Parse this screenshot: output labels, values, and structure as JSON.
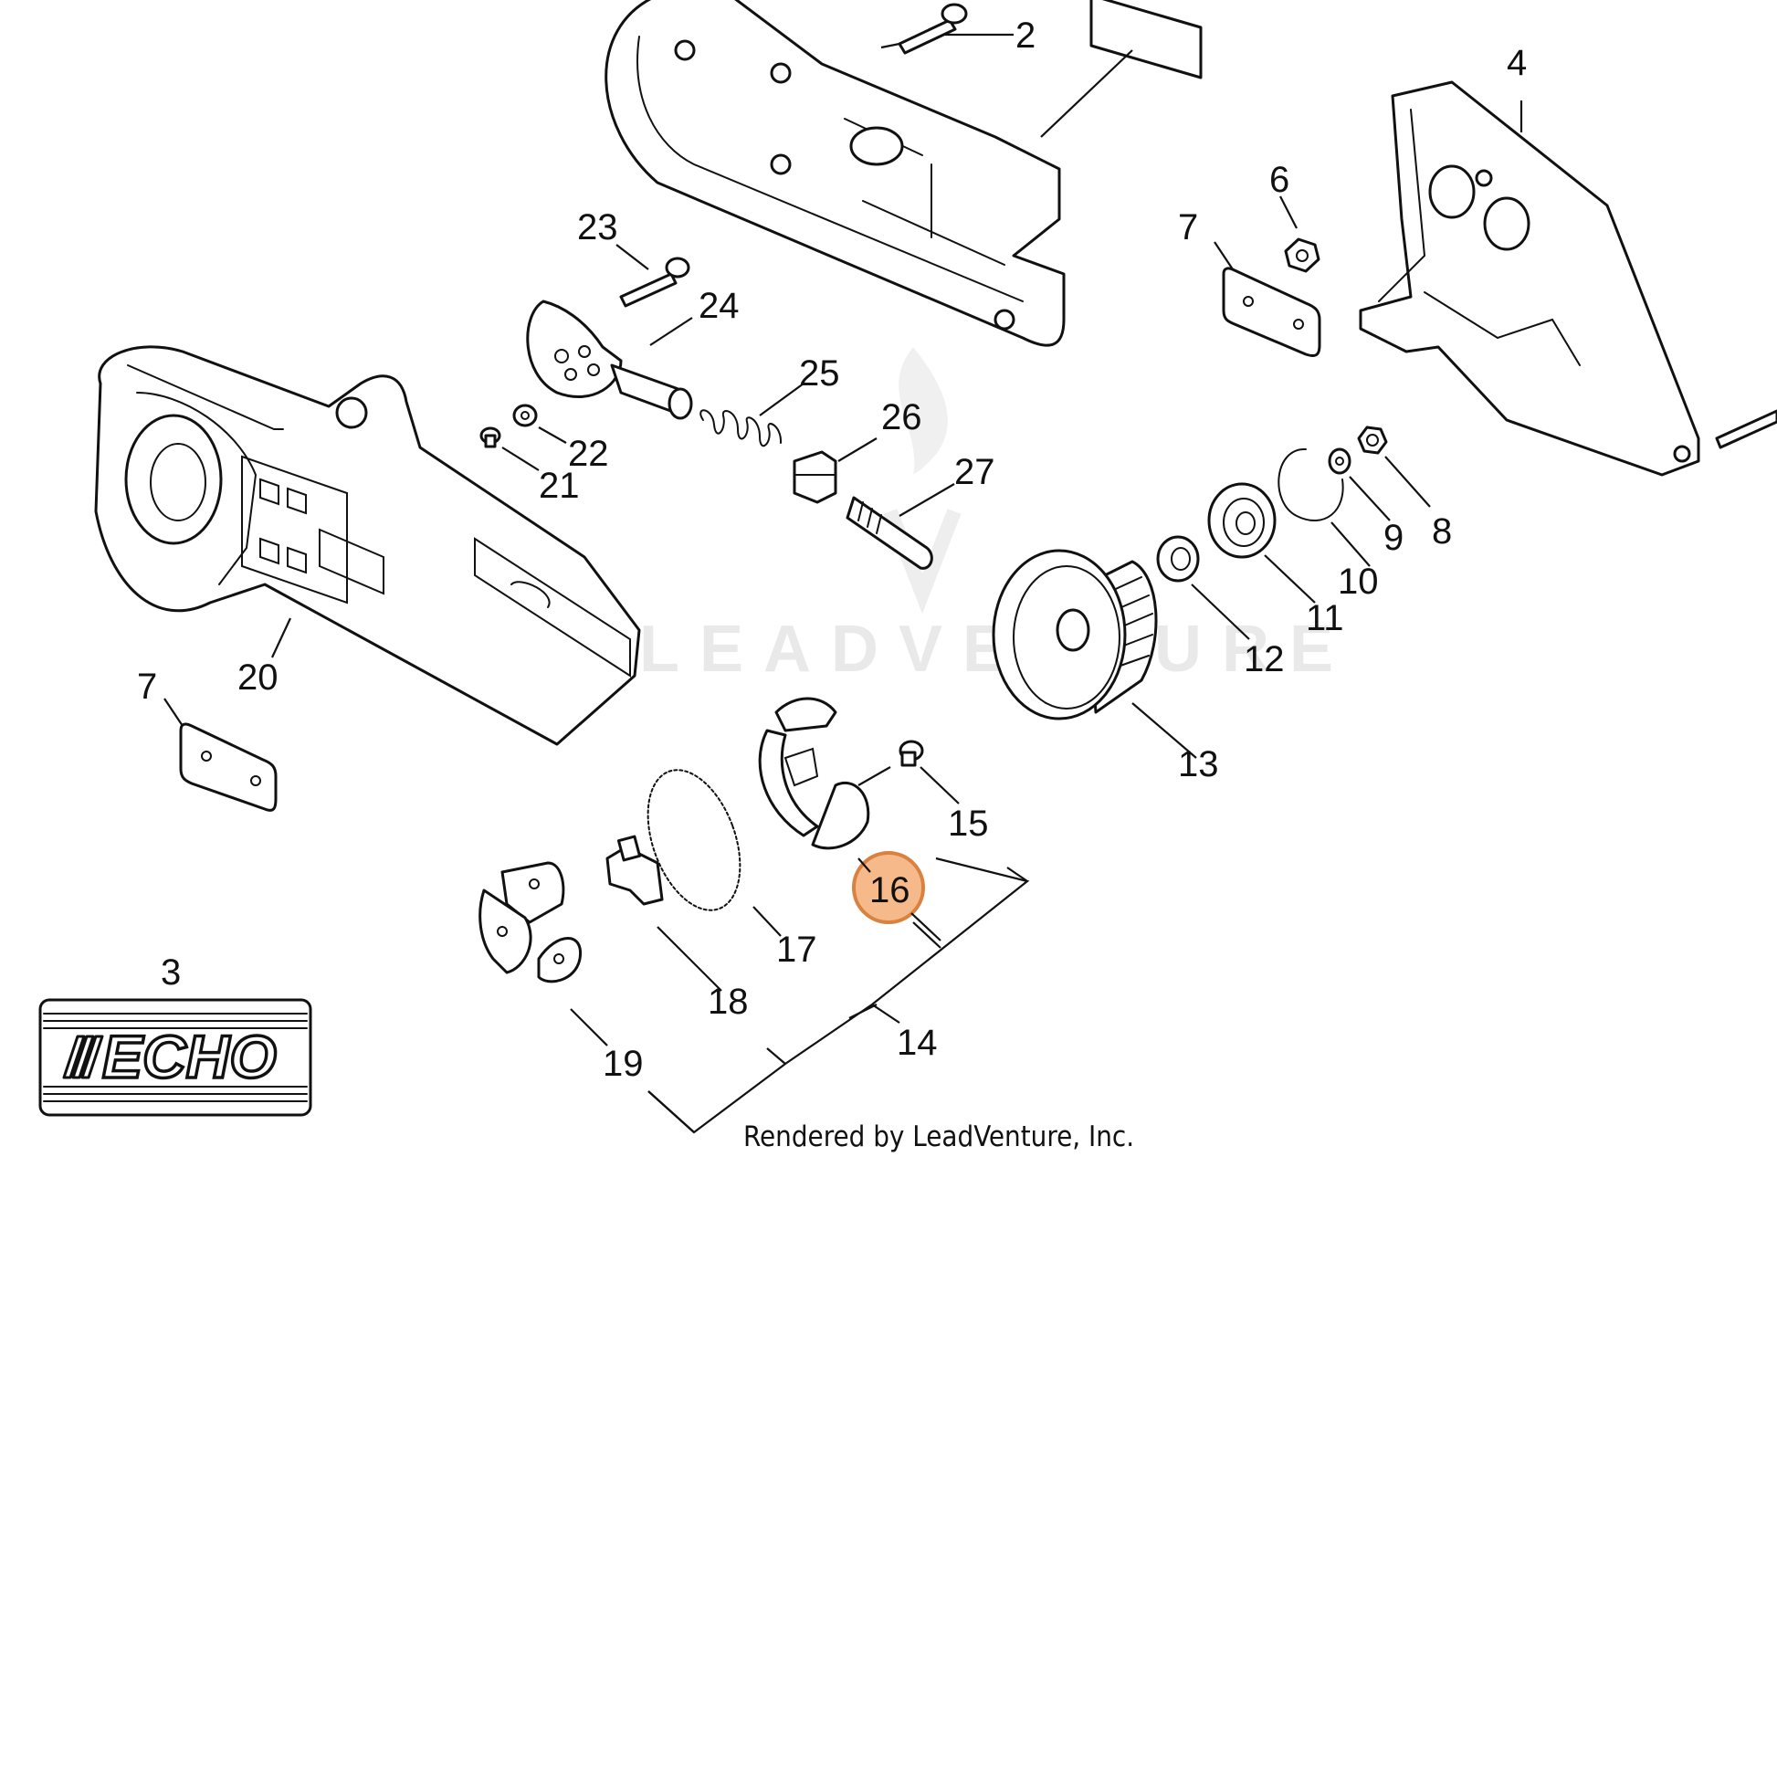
{
  "diagram": {
    "highlight_color": "#f5b98a",
    "highlight_stroke": "#d9813f",
    "watermark_text": "LEADVENTURE",
    "brand_label": "ECHO",
    "credit": "Rendered by LeadVenture, Inc.",
    "callouts": {
      "c2": "2",
      "c3": "3",
      "c4": "4",
      "c6": "6",
      "c7a": "7",
      "c7b": "7",
      "c8": "8",
      "c9": "9",
      "c10": "10",
      "c11": "11",
      "c12": "12",
      "c13": "13",
      "c14": "14",
      "c15": "15",
      "c16": "16",
      "c17": "17",
      "c18": "18",
      "c19": "19",
      "c20": "20",
      "c21": "21",
      "c22": "22",
      "c23": "23",
      "c24": "24",
      "c25": "25",
      "c26": "26",
      "c27": "27"
    },
    "highlighted_part": "16"
  }
}
